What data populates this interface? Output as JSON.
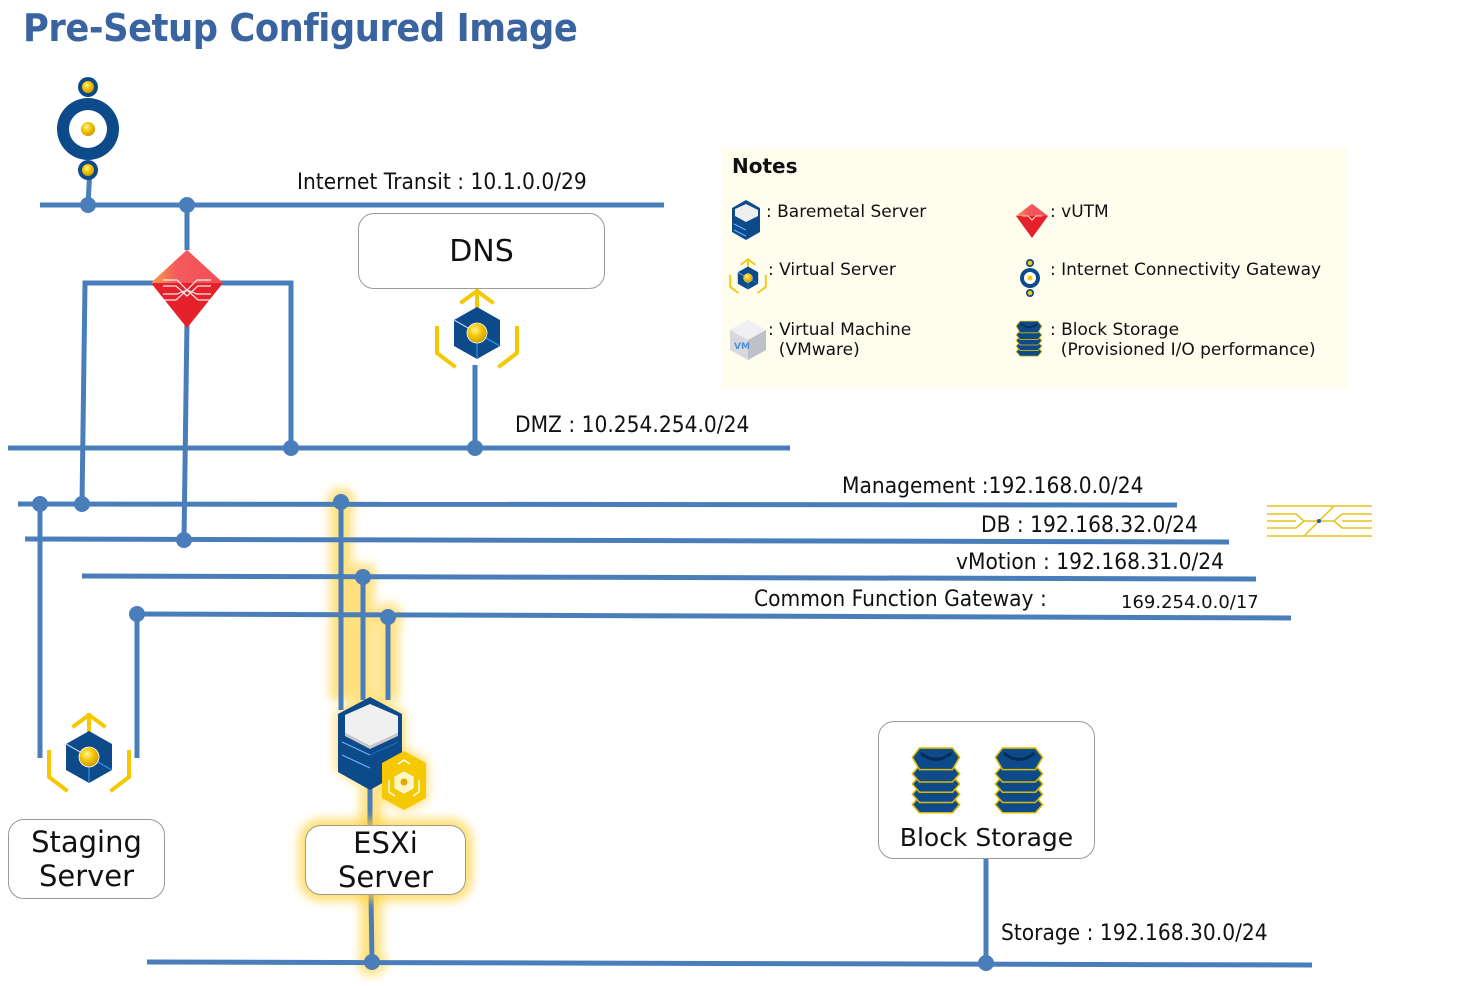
{
  "title": "Pre-Setup Configured Image",
  "colors": {
    "line": "#4a7ebb",
    "title": "#3a64a0",
    "vutm": "#e5222b",
    "gold": "#f5c800",
    "navy": "#0d4a8a",
    "notes_bg": "#fefdee"
  },
  "networks": {
    "internet_transit": "Internet Transit : 10.1.0.0/29",
    "dmz": "DMZ : 10.254.254.0/24",
    "management": "Management :192.168.0.0/24",
    "db": "DB : 192.168.32.0/24",
    "vmotion": "vMotion : 192.168.31.0/24",
    "common_function_gateway": "Common Function Gateway :",
    "common_function_gateway_cidr": "169.254.0.0/17",
    "storage": "Storage : 192.168.30.0/24"
  },
  "nodes": {
    "dns": "DNS",
    "staging_server_line1": "Staging",
    "staging_server_line2": "Server",
    "esxi_server_line1": "ESXi",
    "esxi_server_line2": "Server",
    "block_storage": "Block Storage"
  },
  "notes": {
    "title": "Notes",
    "items": [
      {
        "icon": "baremetal-server-icon",
        "label": ": Baremetal Server"
      },
      {
        "icon": "vutm-icon",
        "label": ": vUTM"
      },
      {
        "icon": "virtual-server-icon",
        "label": ": Virtual Server"
      },
      {
        "icon": "internet-connectivity-gateway-icon",
        "label": ": Internet Connectivity Gateway"
      },
      {
        "icon": "virtual-machine-icon",
        "label": ": Virtual Machine\n  (VMware)"
      },
      {
        "icon": "block-storage-icon",
        "label": ": Block Storage\n  (Provisioned I/O performance)"
      }
    ]
  }
}
